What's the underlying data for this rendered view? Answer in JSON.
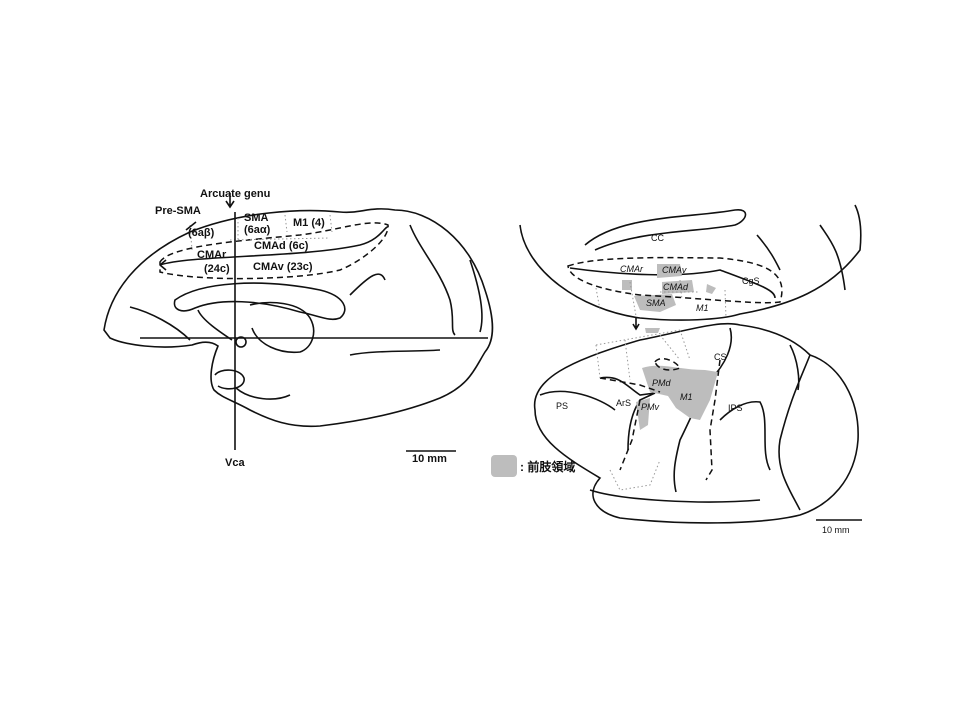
{
  "left_figure": {
    "labels": {
      "arcuate_genu": "Arcuate genu",
      "pre_sma": "Pre-SMA",
      "area_6ab": "(6aβ)",
      "sma": "SMA",
      "area_6aa": "(6aα)",
      "m1": "M1 (4)",
      "cmad": "CMAd (6c)",
      "cmar": "CMAr",
      "area_24c": "(24c)",
      "cmav": "CMAv (23c)",
      "vca": "Vca",
      "scale": "10 mm"
    }
  },
  "right_figure": {
    "medial_labels": {
      "cc": "CC",
      "cmar": "CMAr",
      "cmav": "CMAv",
      "cmad": "CMAd",
      "cgs": "CgS",
      "sma": "SMA",
      "m1": "M1"
    },
    "lateral_labels": {
      "cs": "CS",
      "pmd": "PMd",
      "m1": "M1",
      "ars": "ArS",
      "pmv": "PMv",
      "ps": "PS",
      "ips": "IPS"
    },
    "scale": "10 mm",
    "legend": {
      "text": ": 前肢領域",
      "color": "#bdbdbd"
    }
  }
}
